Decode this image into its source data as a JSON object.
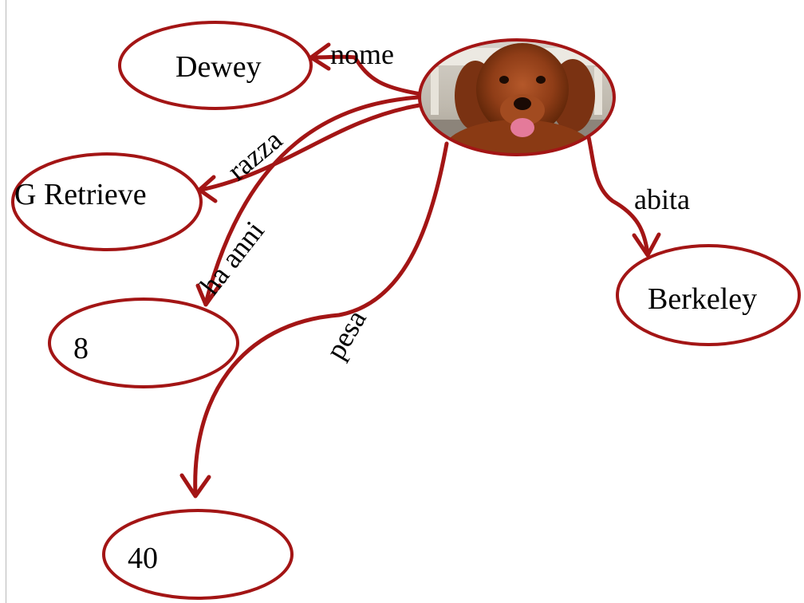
{
  "diagram": {
    "accent_color": "#a31515",
    "center_node": {
      "image": "dog-photo",
      "description_icon": "golden-retriever-photo"
    },
    "nodes": {
      "name": "Dewey",
      "breed": "G Retrieve",
      "age": "8",
      "weight": "40",
      "city": "Berkeley"
    },
    "edges": {
      "name": "nome",
      "breed": "razza",
      "age": "ha anni",
      "weight": "pesa",
      "city": "abita"
    }
  }
}
